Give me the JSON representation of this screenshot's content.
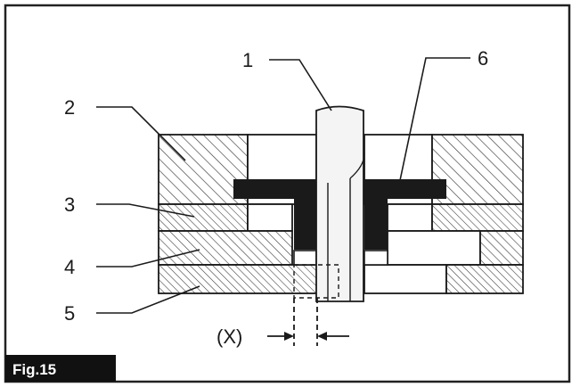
{
  "figure": {
    "label": "Fig.15",
    "dimension_label": "(X)",
    "callouts": [
      "1",
      "2",
      "3",
      "4",
      "5",
      "6"
    ]
  },
  "colors": {
    "ink": "#1a1a1a",
    "frame": "#222222",
    "label_bg": "#111111",
    "label_text": "#ffffff",
    "hatch": "#3a3a3a",
    "pin_fill": "#f4f4f4"
  }
}
